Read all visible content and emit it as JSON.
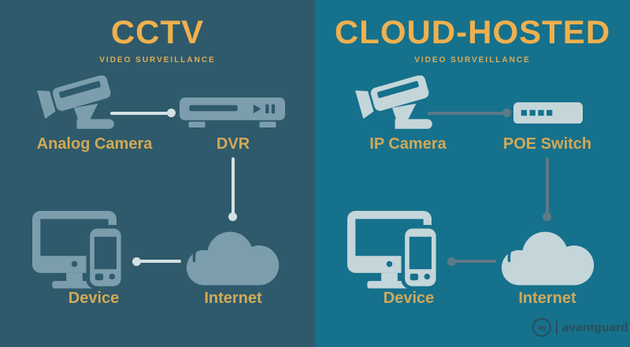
{
  "panels": {
    "left": {
      "title": "CCTV",
      "subtitle": "VIDEO SURVEILLANCE",
      "labels": {
        "camera": "Analog Camera",
        "recorder": "DVR",
        "device": "Device",
        "internet": "Internet"
      }
    },
    "right": {
      "title": "CLOUD-HOSTED",
      "subtitle": "VIDEO SURVEILLANCE",
      "labels": {
        "camera": "IP Camera",
        "recorder": "POE Switch",
        "device": "Device",
        "internet": "Internet"
      }
    }
  },
  "logo": {
    "monogram": "ag",
    "name": "avantguard"
  },
  "icons": {
    "left": [
      "cctv-camera-icon",
      "dvr-icon",
      "device-icon",
      "internet-cloud-icon"
    ],
    "right": [
      "cctv-camera-icon",
      "poe-switch-icon",
      "device-icon",
      "internet-cloud-icon"
    ]
  },
  "colors": {
    "left_bg": "#2E5A6B",
    "right_bg": "#16718C",
    "title_gold": "#EFB04E",
    "subtitle_gold": "#DFAC55",
    "label_gold": "#D2A958",
    "left_icon": "#7C9EAC",
    "left_line": "#D3E0E2",
    "right_icon": "#C4D6DA",
    "right_line": "#5E7A87",
    "logo": "#2B4D5A"
  }
}
